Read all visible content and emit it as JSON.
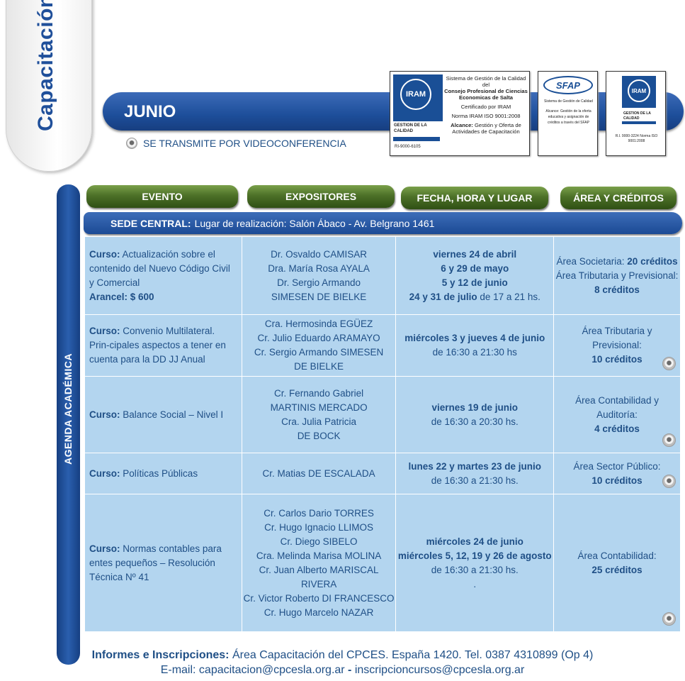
{
  "tab_title": "Capacitación",
  "month": "JUNIO",
  "video_note": "SE TRANSMITE POR VIDEOCONFERENCIA",
  "cert1": {
    "logo": "IRAM",
    "gestion": "GESTION DE LA CALIDAD",
    "ri": "RI-9000-6105",
    "line1": "Sistema de Gestión de la Calidad del",
    "line1b": "Consejo Profesional de Ciencias Economicas de Salta",
    "line2": "Certificado por IRAM",
    "line3": "Norma IRAM ISO 9001:2008",
    "alcance_label": "Alcance:",
    "alcance": "Gestión y Oferta de Actividades de Capacitación"
  },
  "cert2": {
    "logo": "SFAP",
    "line1": "Sistema de Gestión de Calidad",
    "line2": "Alcance: Gestión de la oferta educativa y asignación de créditos a través del SFAP"
  },
  "cert3": {
    "logo": "IRAM",
    "gestion": "GESTION DE LA CALIDAD",
    "ri": "R.I. 9000-3224 Norma ISO 9001:2008"
  },
  "side_label": "AGENDA ACADÉMICA",
  "headers": [
    "EVENTO",
    "EXPOSITORES",
    "FECHA, HORA Y LUGAR",
    "ÁREA Y CRÉDITOS"
  ],
  "sede": {
    "label": "SEDE CENTRAL:",
    "text": "Lugar de realización: Salón Ábaco - Av. Belgrano 1461"
  },
  "rows": [
    {
      "curso_label": "Curso:",
      "curso": "Actualización sobre el contenido del Nuevo Código Civil y Comercial",
      "arancel": "Arancel: $ 600",
      "expositores": [
        "Dr. Osvaldo CAMISAR",
        "Dra. María Rosa AYALA",
        "Dr. Sergio Armando",
        "SIMESEN DE BIELKE"
      ],
      "fecha_bold": [
        "viernes 24 de abril",
        "6 y 29 de mayo",
        "5 y 12 de junio"
      ],
      "fecha_last_bold": "24 y 31 de julio",
      "fecha_last_rest": " de 17 a 21 hs.",
      "area1": "Área Societaria: ",
      "area1_cred": "20 créditos",
      "area2": "Área Tributaria y Previsional:",
      "area2_cred": "8 créditos"
    },
    {
      "curso_label": "Curso:",
      "curso": "Convenio Multilateral. Prin-cipales aspectos a tener en cuenta para la DD JJ Anual",
      "expositores": [
        "Cra. Hermosinda EGÜEZ",
        "Cr. Julio Eduardo ARAMAYO",
        "Cr. Sergio Armando SIMESEN",
        "DE BIELKE"
      ],
      "fecha_bold": "miércoles 3 y jueves 4 de junio",
      "fecha_rest": "de 16:30 a 21:30 hs",
      "area": "Área Tributaria y Previsional:",
      "area_cred": "10 créditos"
    },
    {
      "curso_label": "Curso:",
      "curso": "Balance Social – Nivel I",
      "expositores": [
        "Cr. Fernando Gabriel",
        "MARTINIS MERCADO",
        "Cra. Julia Patricia",
        "DE BOCK"
      ],
      "fecha_bold": "viernes 19 de junio",
      "fecha_rest": "de 16:30 a 20:30 hs.",
      "area": "Área Contabilidad y Auditoría:",
      "area_cred": "4 créditos"
    },
    {
      "curso_label": "Curso:",
      "curso": "Políticas Públicas",
      "expositores": [
        "Cr. Matias DE ESCALADA"
      ],
      "fecha_bold": "lunes 22 y martes 23 de junio",
      "fecha_rest": "de 16:30 a 21:30 hs.",
      "area": "Área Sector Público:",
      "area_cred": "10 créditos"
    },
    {
      "curso_label": "Curso:",
      "curso": "Normas contables para entes pequeños – Resolución Técnica Nº 41",
      "expositores": [
        "Cr. Carlos Dario TORRES",
        "Cr. Hugo Ignacio LLIMOS",
        "Cr. Diego SIBELO",
        "Cra. Melinda Marisa MOLINA",
        "Cr. Juan Alberto MARISCAL RIVERA",
        "Cr. Victor Roberto DI FRANCESCO",
        "Cr. Hugo Marcelo NAZAR"
      ],
      "fecha_bold": [
        "miércoles 24 de junio",
        "miércoles 5, 12, 19 y 26 de agosto"
      ],
      "fecha_rest": "de 16:30  a  21:30 hs.",
      "fecha_dot": ".",
      "area": "Área Contabilidad:",
      "area_cred": "25 créditos"
    }
  ],
  "footer": {
    "label": "Informes e Inscripciones:",
    "text": " Área Capacitación del CPCES. España 1420. Tel. 0387 4310899 (Op 4)",
    "email_prefix": "E-mail: capacitacion@cpcesla.org.ar",
    "sep": " - ",
    "email2": "inscripcioncursos@cpcesla.org.ar"
  }
}
